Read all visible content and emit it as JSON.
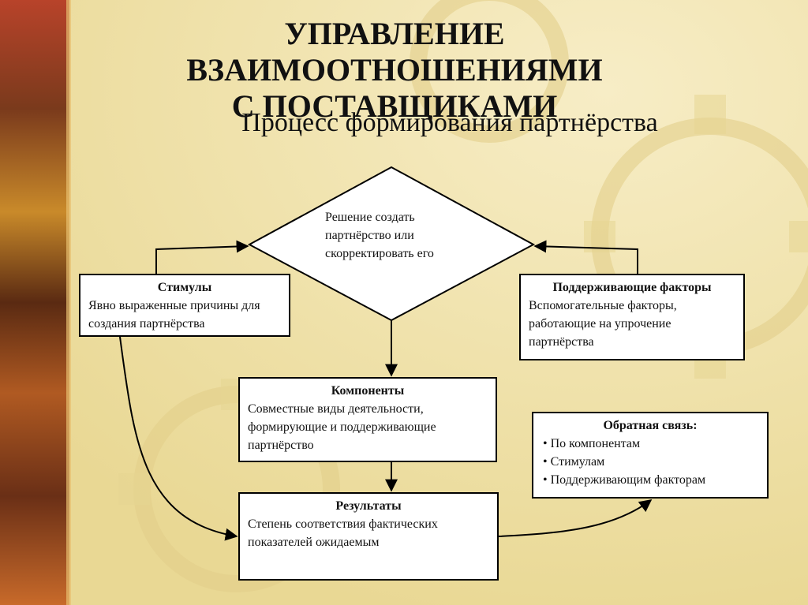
{
  "title": {
    "line1": "УПРАВЛЕНИЕ ВЗАИМООТНОШЕНИЯМИ",
    "line2": "С ПОСТАВЩИКАМИ"
  },
  "subtitle": "Процесс формирования партнёрства",
  "decision": {
    "text": "Решение создать партнёрство или скорректировать его"
  },
  "stimuli": {
    "title": "Стимулы",
    "text": "Явно выраженные причины для создания партнёрства"
  },
  "supporting": {
    "title": "Поддерживающие факторы",
    "text": "Вспомогательные факторы, работающие на упрочение партнёрства"
  },
  "components": {
    "title": "Компоненты",
    "text": "Совместные виды деятельности, формирующие и поддерживающие партнёрство"
  },
  "feedback": {
    "title": "Обратная связь:",
    "items": [
      "По компонентам",
      "Стимулам",
      "Поддерживающим факторам"
    ]
  },
  "results": {
    "title": "Результаты",
    "text": "Степень соответствия фактических показателей ожидаемым"
  },
  "colors": {
    "background": "#efe3ae",
    "box_fill": "#ffffff",
    "line": "#000000"
  }
}
